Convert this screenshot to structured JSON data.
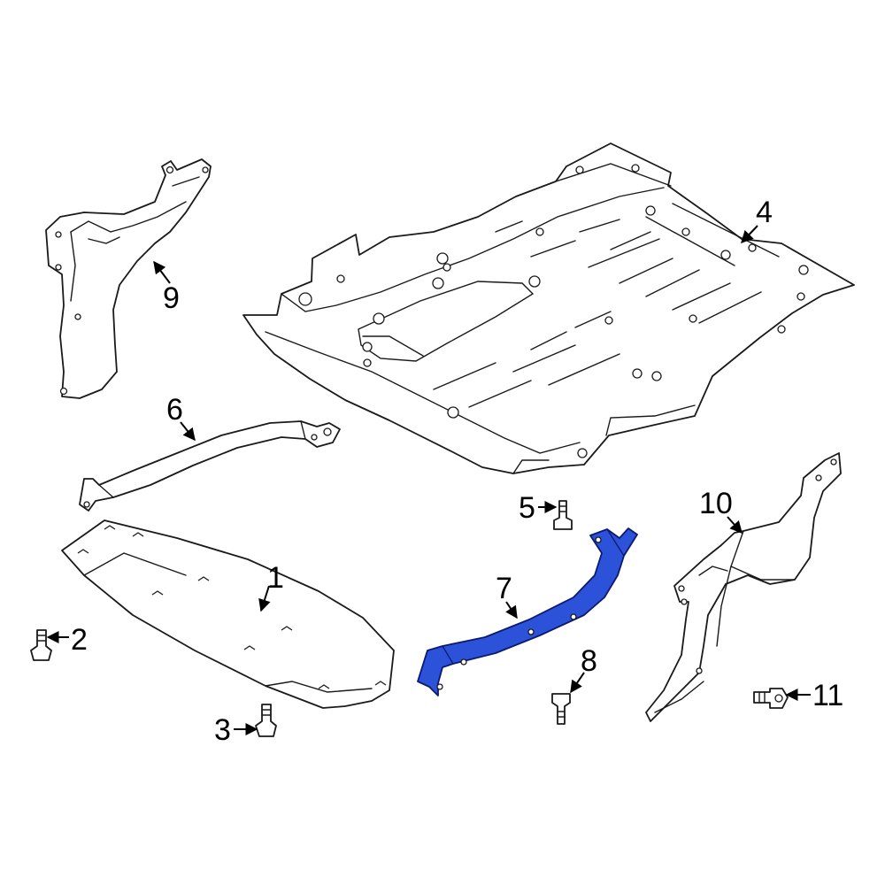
{
  "callouts": [
    "1",
    "2",
    "3",
    "4",
    "5",
    "6",
    "7",
    "8",
    "9",
    "10",
    "11"
  ],
  "colors": {
    "highlight": "#2b52d8",
    "outline": "#1a1a1a",
    "background": "#ffffff"
  }
}
